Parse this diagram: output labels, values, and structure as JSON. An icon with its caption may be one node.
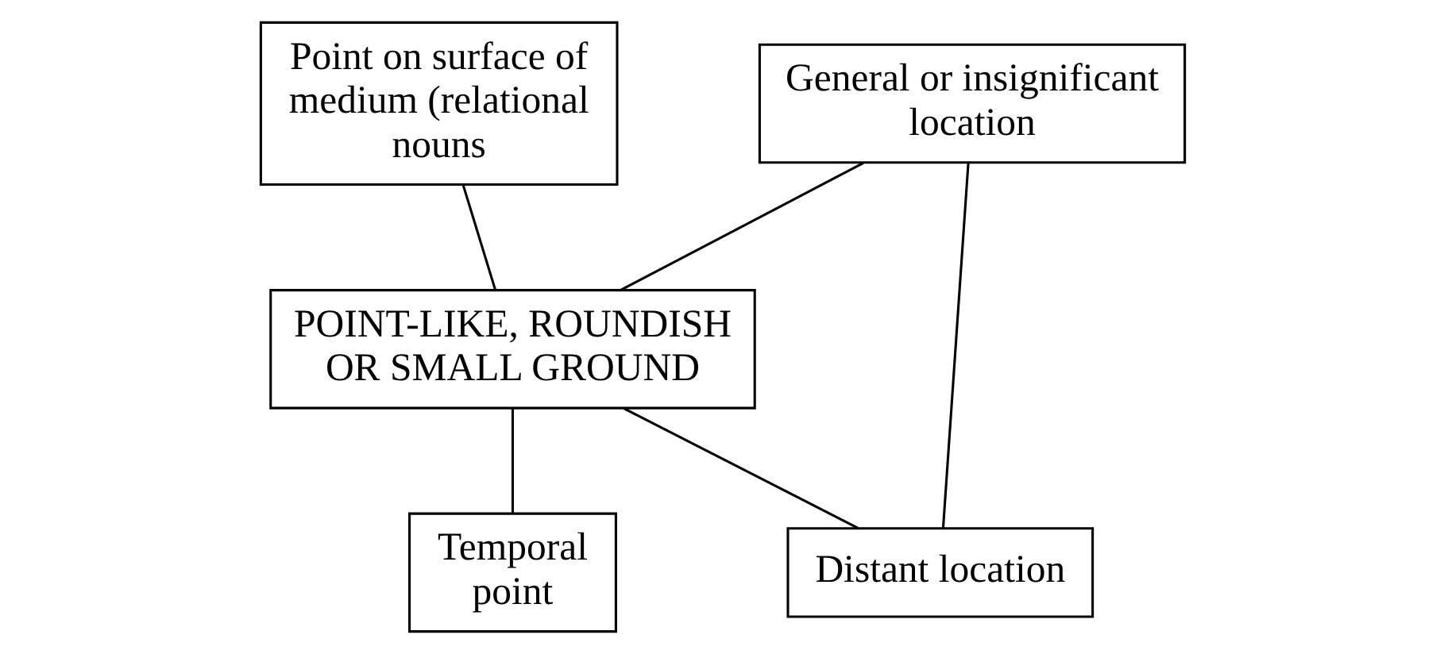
{
  "diagram": {
    "nodes": [
      {
        "text": [
          "Point on surface of medium (relational nouns"
        ]
      },
      {
        "text": [
          "General or insignificant location"
        ]
      },
      {
        "text": [
          "POINT-LIKE, ROUNDISH OR SMALL GROUND"
        ]
      },
      {
        "text": [
          "Temporal point"
        ]
      },
      {
        "text": [
          "Distant location"
        ]
      }
    ],
    "edges": [
      {
        "from": 0,
        "to": 2,
        "arrow": "none"
      },
      {
        "from": 1,
        "to": 2,
        "arrow": "none"
      },
      {
        "from": 2,
        "to": 3,
        "arrow": "none"
      },
      {
        "from": 2,
        "to": 4,
        "arrow": "none"
      },
      {
        "from": 1,
        "to": 4,
        "arrow": "none"
      }
    ]
  }
}
